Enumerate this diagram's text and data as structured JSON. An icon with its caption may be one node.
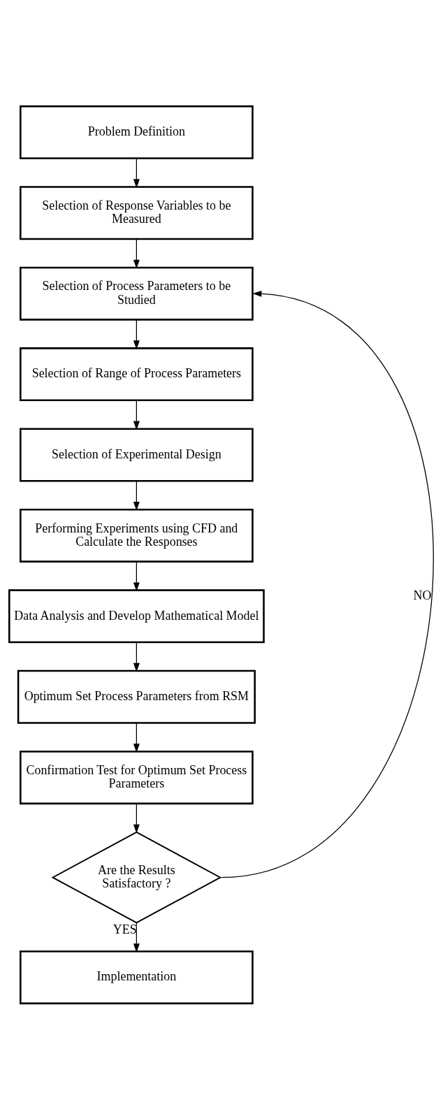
{
  "diagram": {
    "nodes": [
      {
        "text": [
          "Problem Definition"
        ]
      },
      {
        "text": [
          "Selection of Response Variables to be Measured"
        ]
      },
      {
        "text": [
          "Selection of Process Parameters to be Studied"
        ]
      },
      {
        "text": [
          "Selection of Range of Process Parameters"
        ]
      },
      {
        "text": [
          "Selection of Experimental Design"
        ]
      },
      {
        "text": [
          "Performing Experiments using CFD and Calculate the Responses"
        ]
      },
      {
        "text": [
          "Data Analysis and Develop Mathematical Model"
        ]
      },
      {
        "text": [
          "Optimum Set Process Parameters from RSM"
        ]
      },
      {
        "text": [
          "Confirmation Test for Optimum Set Process Parameters"
        ]
      },
      {
        "text": [
          "Are the Results Satisfactory ?"
        ]
      },
      {
        "text": [
          "Implementation"
        ]
      }
    ],
    "edges": [
      {
        "from": 0,
        "to": 1,
        "arrow": "to"
      },
      {
        "from": 1,
        "to": 2,
        "arrow": "to"
      },
      {
        "from": 2,
        "to": 3,
        "arrow": "to"
      },
      {
        "from": 3,
        "to": 4,
        "arrow": "to"
      },
      {
        "from": 4,
        "to": 5,
        "arrow": "to"
      },
      {
        "from": 5,
        "to": 6,
        "arrow": "to"
      },
      {
        "from": 6,
        "to": 7,
        "arrow": "to"
      },
      {
        "from": 7,
        "to": 8,
        "arrow": "to"
      },
      {
        "from": 8,
        "to": 9,
        "arrow": "to"
      },
      {
        "from": 9,
        "to": 10,
        "arrow": "to",
        "label": "YES"
      },
      {
        "from": 9,
        "to": 2,
        "arrow": "to",
        "label": "NO"
      }
    ]
  }
}
